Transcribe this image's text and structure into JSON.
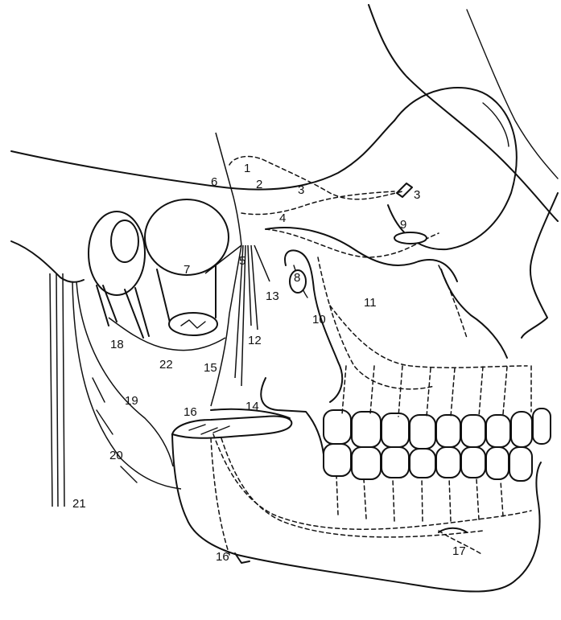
{
  "labels": {
    "l1": "1",
    "l2": "2",
    "l3a": "3",
    "l3b": "3",
    "l4": "4",
    "l5": "5",
    "l6": "6",
    "l7": "7",
    "l8": "8",
    "l9": "9",
    "l10": "10",
    "l11": "11",
    "l12": "12",
    "l13": "13",
    "l14": "14",
    "l15": "15",
    "l16a": "16",
    "l16b": "16",
    "l17": "17",
    "l18": "18",
    "l19": "19",
    "l20": "20",
    "l21": "21",
    "l22": "22"
  }
}
